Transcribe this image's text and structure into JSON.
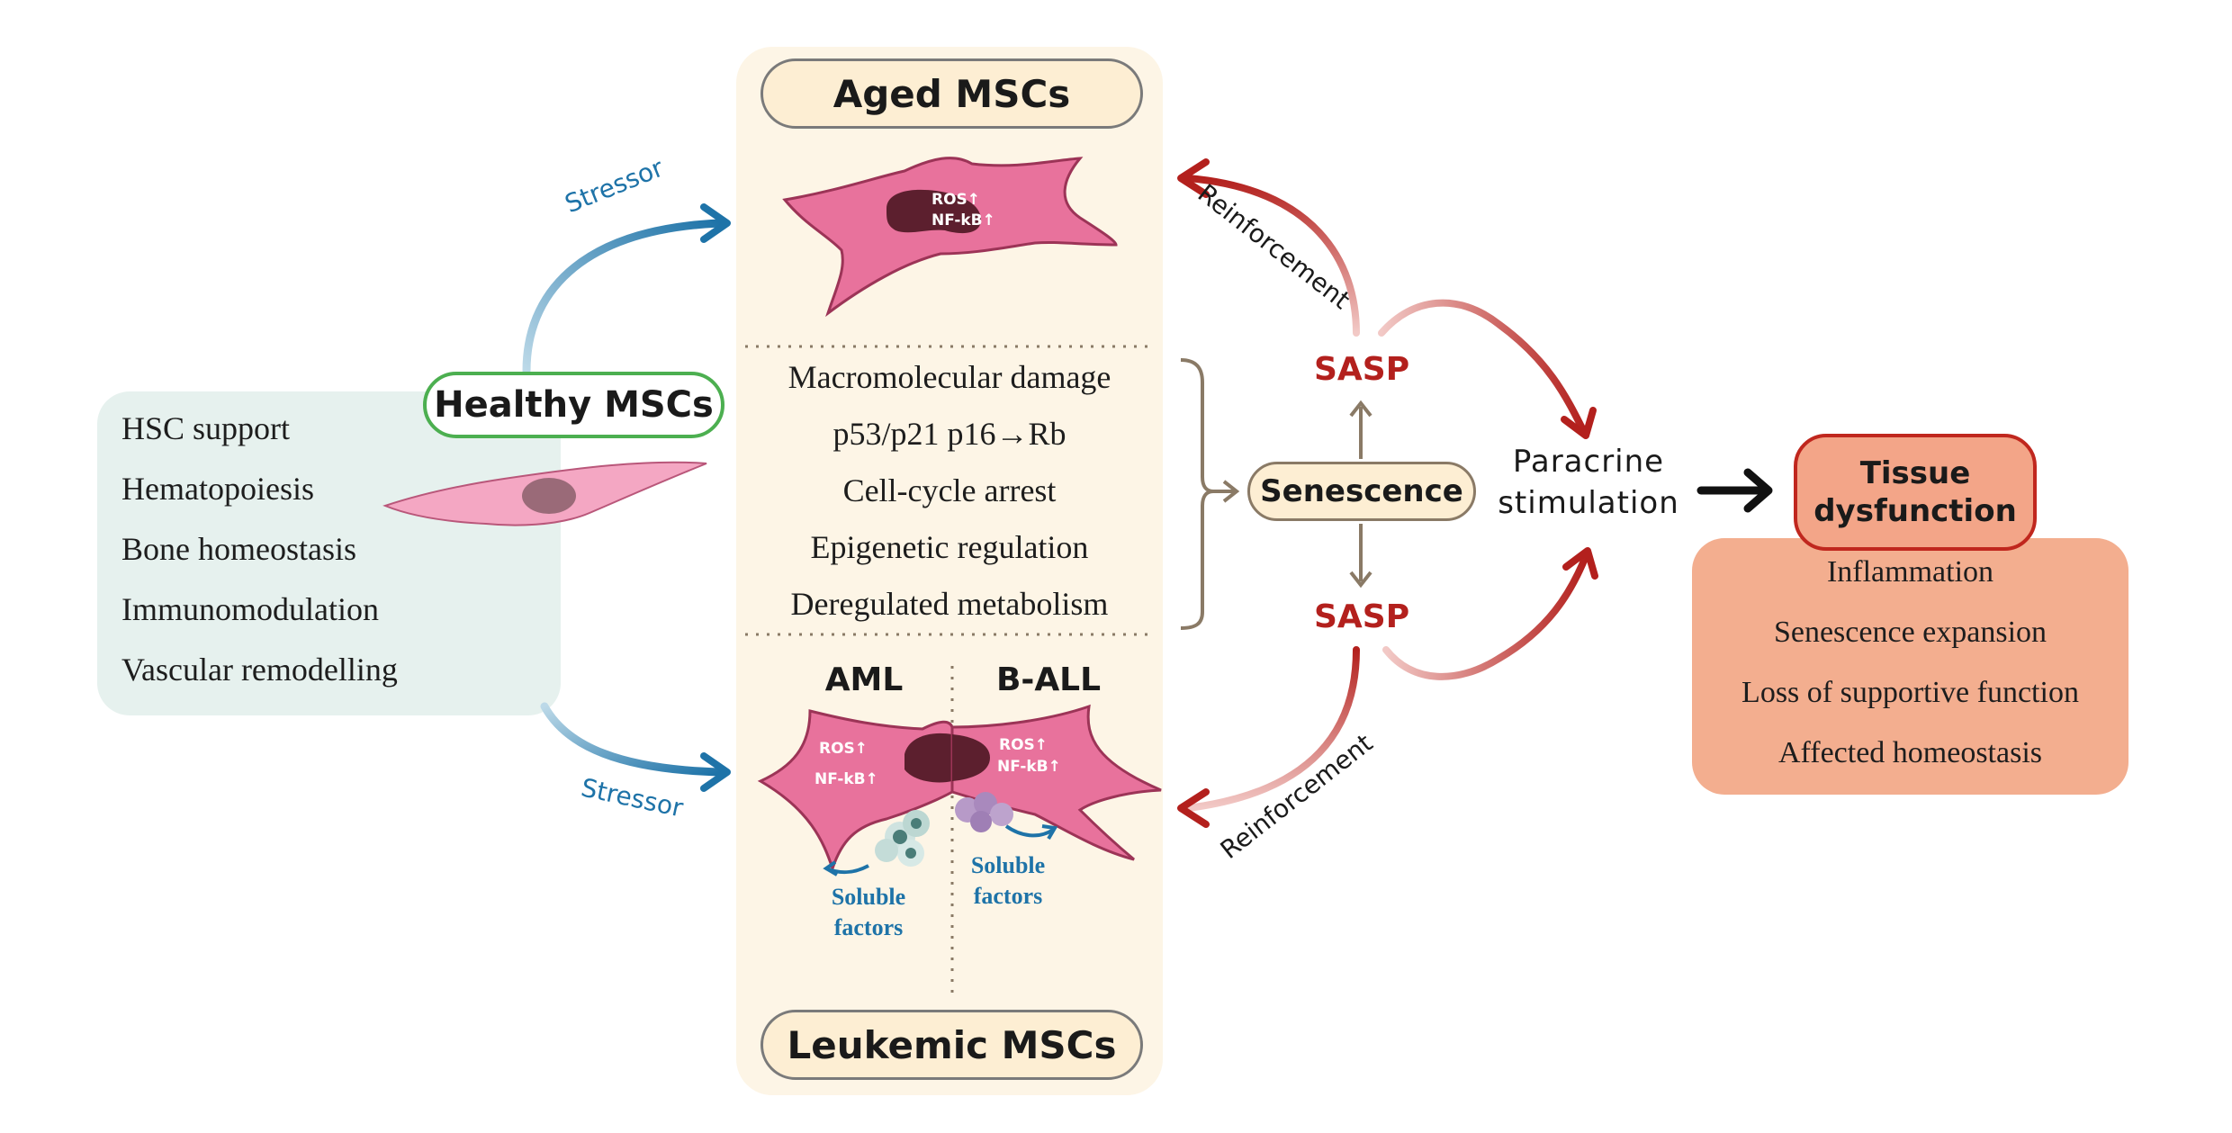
{
  "healthy": {
    "title": "Healthy MSCs",
    "functions": [
      "HSC support",
      "Hematopoiesis",
      "Bone homeostasis",
      "Immunomodulation",
      "Vascular remodelling"
    ]
  },
  "stressor_label": "Stressor",
  "aged": {
    "title": "Aged MSCs",
    "markers": [
      "ROS↑",
      "NF-kB↑"
    ]
  },
  "mechanisms": [
    "Macromolecular damage",
    "p53/p21 p16→Rb",
    "Cell-cycle arrest",
    "Epigenetic regulation",
    "Deregulated metabolism"
  ],
  "leukemic": {
    "title": "Leukemic MSCs",
    "aml": "AML",
    "ball": "B-ALL",
    "markers": [
      "ROS↑",
      "NF-kB↑"
    ],
    "soluble_factors": "Soluble factors"
  },
  "senescence": "Senescence",
  "sasp": "SASP",
  "reinforcement": "Reinforcement",
  "paracrine": "Paracrine stimulation",
  "tissue": {
    "title": "Tissue dysfunction",
    "effects": [
      "Inflammation",
      "Senescence expansion",
      "Loss of supportive function",
      "Affected homeostasis"
    ]
  },
  "colors": {
    "stressor_blue": "#1e73a8",
    "sasp_red": "#b3201d",
    "cell_pink": "#e8729c",
    "nucleus": "#5c1f2e",
    "healthy_green": "#4caf50"
  }
}
